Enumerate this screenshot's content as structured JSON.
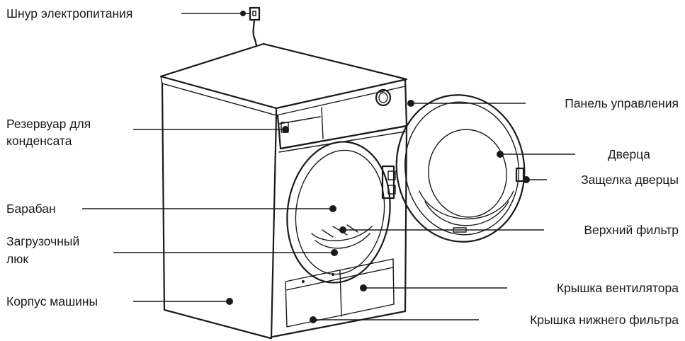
{
  "labels": {
    "power_cord": "Шнур электропитания",
    "condensate_tank_line1": "Резервуар для",
    "condensate_tank_line2": "конденсата",
    "drum": "Барабан",
    "loading_hatch_line1": "Загрузочный",
    "loading_hatch_line2": "люк",
    "machine_body": "Корпус машины",
    "control_panel": "Панель управления",
    "door": "Дверца",
    "door_latch": "Защелка дверцы",
    "upper_filter": "Верхний фильтр",
    "fan_cover": "Крышка вентилятора",
    "lower_filter_cover": "Крышка нижнего фильтра"
  },
  "colors": {
    "ink": "#1a1a1a",
    "background": "#ffffff"
  }
}
